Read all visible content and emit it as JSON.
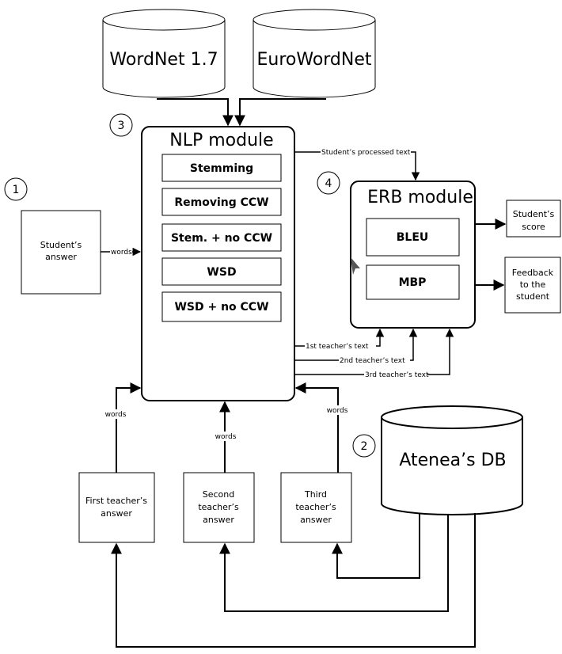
{
  "databases": {
    "wordnet": "WordNet 1.7",
    "eurowordnet": "EuroWordNet",
    "atenea": "Atenea’s DB"
  },
  "nlp": {
    "title": "NLP module",
    "steps": [
      "Stemming",
      "Removing CCW",
      "Stem. + no CCW",
      "WSD",
      "WSD + no CCW"
    ]
  },
  "erb": {
    "title": "ERB module",
    "metrics": [
      "BLEU",
      "MBP"
    ]
  },
  "outputs": {
    "score": [
      "Student’s",
      "score"
    ],
    "feedback": [
      "Feedback",
      "to the",
      "student"
    ]
  },
  "student_answer": [
    "Student’s",
    "answer"
  ],
  "teacher_answers": {
    "first": [
      "First teacher’s",
      "answer"
    ],
    "second": [
      "Second",
      "teacher’s",
      "answer"
    ],
    "third": [
      "Third",
      "teacher’s",
      "answer"
    ]
  },
  "edge_labels": {
    "words": "words",
    "processed": "Student’s processed text",
    "t1": "1st teacher’s text",
    "t2": "2nd teacher’s text",
    "t3": "3rd teacher’s text"
  },
  "markers": [
    "1",
    "2",
    "3",
    "4"
  ]
}
